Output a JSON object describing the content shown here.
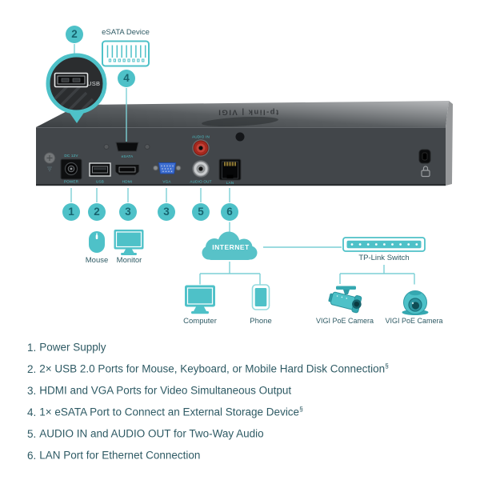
{
  "colors": {
    "teal": "#4EC1C8",
    "teal_dark": "#2F9AA4",
    "line": "#7CCFD5",
    "text": "#2E5A64",
    "badge_number": "#17646F",
    "device_panel": "#42464A",
    "audio_in_red": "#A5281E"
  },
  "callouts": {
    "usb_magnifier_badge": "2",
    "usb_magnifier_label": "USB",
    "esata_badge": "4",
    "esata_device_label": "eSATA Device"
  },
  "device": {
    "logo": "tp-link | VIGI",
    "port_labels": {
      "power_top": "DC 12V",
      "power": "POWER",
      "usb": "USB",
      "esata": "eSATA",
      "hdmi": "HDMI",
      "vga": "VGA",
      "audio_in": "AUDIO IN",
      "audio_out": "AUDIO OUT",
      "lan": "LAN"
    }
  },
  "port_badges": [
    "1",
    "2",
    "3",
    "3",
    "5",
    "6"
  ],
  "network": {
    "mouse_label": "Mouse",
    "monitor_label": "Monitor",
    "internet_label": "INTERNET",
    "computer_label": "Computer",
    "phone_label": "Phone",
    "switch_label": "TP-Link Switch",
    "camera1_label": "VIGI PoE Camera",
    "camera2_label": "VIGI PoE Camera"
  },
  "legend": [
    {
      "num": "1.",
      "text": "Power Supply",
      "sup": ""
    },
    {
      "num": "2.",
      "text": "2× USB 2.0 Ports for Mouse, Keyboard, or Mobile Hard Disk Connection",
      "sup": "§"
    },
    {
      "num": "3.",
      "text": "HDMI and VGA Ports for Video Simultaneous Output",
      "sup": ""
    },
    {
      "num": "4.",
      "text": "1× eSATA Port to Connect an External Storage Device",
      "sup": "§"
    },
    {
      "num": "5.",
      "text": "AUDIO IN and AUDIO OUT for Two-Way Audio",
      "sup": ""
    },
    {
      "num": "6.",
      "text": "LAN Port for Ethernet Connection",
      "sup": ""
    }
  ]
}
